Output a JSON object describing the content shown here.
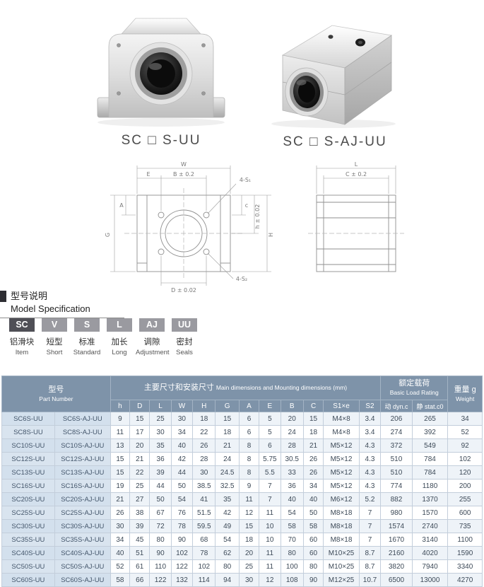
{
  "photos": {
    "left_caption": "SC □ S-UU",
    "right_caption": "SC □ S-AJ-UU"
  },
  "section": {
    "title_zh": "型号说明",
    "title_en": "Model Specification"
  },
  "legend": {
    "box_dark_color": "#4f4f56",
    "box_color": "#9a9aa0",
    "items": [
      {
        "code": "SC",
        "zh": "铝滑块",
        "en": "Item"
      },
      {
        "code": "V",
        "zh": "短型",
        "en": "Short"
      },
      {
        "code": "S",
        "zh": "标准",
        "en": "Standard"
      },
      {
        "code": "L",
        "zh": "加长",
        "en": "Long"
      },
      {
        "code": "AJ",
        "zh": "调隙",
        "en": "Adjustment"
      },
      {
        "code": "UU",
        "zh": "密封",
        "en": "Seals"
      }
    ]
  },
  "drawings": {
    "front": {
      "dim_w": "W",
      "dim_b": "B ± 0.2",
      "dim_e": "E",
      "dim_4s1": "4-S₁",
      "dim_c": "c",
      "dim_h": "h ± 0.02",
      "dim_hh": "H",
      "dim_a": "A",
      "dim_g": "G",
      "dim_d": "D ± 0.02",
      "dim_4s2": "4-S₂"
    },
    "side": {
      "dim_l": "L",
      "dim_c": "C ± 0.2"
    }
  },
  "table": {
    "colors": {
      "header_bg": "#7e93a9",
      "part_number_bg": "#d9e4ef",
      "alt_row_bg": "#eef3f8"
    },
    "header": {
      "part_number_zh": "型号",
      "part_number_en": "Part Number",
      "dims_zh": "主要尺寸和安装尺寸",
      "dims_en": "Main dimensions and Mounting dimensions (mm)",
      "load_zh": "额定载荷",
      "load_en": "Basic Load Rating",
      "weight_zh": "重量 g",
      "weight_en": "Weight",
      "dim_cols": [
        "h",
        "D",
        "L",
        "W",
        "H",
        "G",
        "A",
        "E",
        "B",
        "C",
        "S1×e",
        "S2"
      ],
      "load_cols": [
        "动 dyn.c",
        "静 stat.c0"
      ]
    },
    "rows": [
      {
        "cells": [
          "SC6S-UU",
          "SC6S-AJ-UU",
          "9",
          "15",
          "25",
          "30",
          "18",
          "15",
          "6",
          "5",
          "20",
          "15",
          "M4×8",
          "3.4",
          "206",
          "265",
          "34"
        ]
      },
      {
        "cells": [
          "SC8S-UU",
          "SC8S-AJ-UU",
          "11",
          "17",
          "30",
          "34",
          "22",
          "18",
          "6",
          "5",
          "24",
          "18",
          "M4×8",
          "3.4",
          "274",
          "392",
          "52"
        ]
      },
      {
        "cells": [
          "SC10S-UU",
          "SC10S-AJ-UU",
          "13",
          "20",
          "35",
          "40",
          "26",
          "21",
          "8",
          "6",
          "28",
          "21",
          "M5×12",
          "4.3",
          "372",
          "549",
          "92"
        ]
      },
      {
        "cells": [
          "SC12S-UU",
          "SC12S-AJ-UU",
          "15",
          "21",
          "36",
          "42",
          "28",
          "24",
          "8",
          "5.75",
          "30.5",
          "26",
          "M5×12",
          "4.3",
          "510",
          "784",
          "102"
        ]
      },
      {
        "cells": [
          "SC13S-UU",
          "SC13S-AJ-UU",
          "15",
          "22",
          "39",
          "44",
          "30",
          "24.5",
          "8",
          "5.5",
          "33",
          "26",
          "M5×12",
          "4.3",
          "510",
          "784",
          "120"
        ]
      },
      {
        "cells": [
          "SC16S-UU",
          "SC16S-AJ-UU",
          "19",
          "25",
          "44",
          "50",
          "38.5",
          "32.5",
          "9",
          "7",
          "36",
          "34",
          "M5×12",
          "4.3",
          "774",
          "1180",
          "200"
        ]
      },
      {
        "cells": [
          "SC20S-UU",
          "SC20S-AJ-UU",
          "21",
          "27",
          "50",
          "54",
          "41",
          "35",
          "11",
          "7",
          "40",
          "40",
          "M6×12",
          "5.2",
          "882",
          "1370",
          "255"
        ]
      },
      {
        "cells": [
          "SC25S-UU",
          "SC25S-AJ-UU",
          "26",
          "38",
          "67",
          "76",
          "51.5",
          "42",
          "12",
          "11",
          "54",
          "50",
          "M8×18",
          "7",
          "980",
          "1570",
          "600"
        ]
      },
      {
        "cells": [
          "SC30S-UU",
          "SC30S-AJ-UU",
          "30",
          "39",
          "72",
          "78",
          "59.5",
          "49",
          "15",
          "10",
          "58",
          "58",
          "M8×18",
          "7",
          "1574",
          "2740",
          "735"
        ]
      },
      {
        "cells": [
          "SC35S-UU",
          "SC35S-AJ-UU",
          "34",
          "45",
          "80",
          "90",
          "68",
          "54",
          "18",
          "10",
          "70",
          "60",
          "M8×18",
          "7",
          "1670",
          "3140",
          "1100"
        ]
      },
      {
        "cells": [
          "SC40S-UU",
          "SC40S-AJ-UU",
          "40",
          "51",
          "90",
          "102",
          "78",
          "62",
          "20",
          "11",
          "80",
          "60",
          "M10×25",
          "8.7",
          "2160",
          "4020",
          "1590"
        ]
      },
      {
        "cells": [
          "SC50S-UU",
          "SC50S-AJ-UU",
          "52",
          "61",
          "110",
          "122",
          "102",
          "80",
          "25",
          "11",
          "100",
          "80",
          "M10×25",
          "8.7",
          "3820",
          "7940",
          "3340"
        ]
      },
      {
        "cells": [
          "SC60S-UU",
          "SC60S-AJ-UU",
          "58",
          "66",
          "122",
          "132",
          "114",
          "94",
          "30",
          "12",
          "108",
          "90",
          "M12×25",
          "10.7",
          "6500",
          "13000",
          "4270"
        ]
      }
    ]
  }
}
